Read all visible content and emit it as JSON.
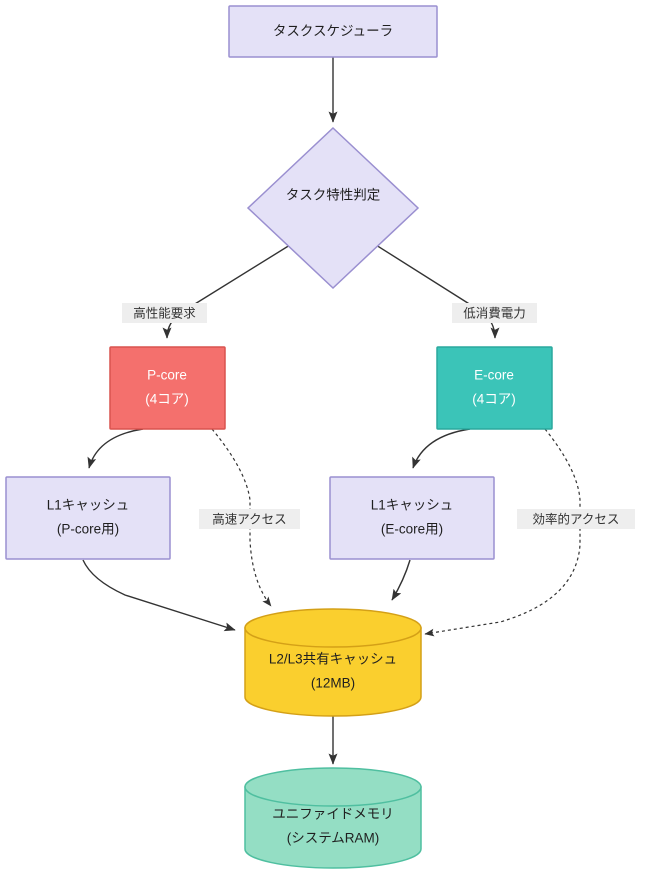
{
  "diagram": {
    "title_node": {
      "label": "タスクスケジューラ"
    },
    "nodes": [
      {
        "id": "scheduler",
        "shape": "rect",
        "label_line1": "タスクスケジューラ",
        "label_line2": "",
        "fill": "#E4E1F7",
        "stroke": "#9A8FD0",
        "text_color": "#1f1f1f"
      },
      {
        "id": "decision",
        "shape": "diamond",
        "label_line1": "タスク特性判定",
        "label_line2": "",
        "fill": "#E4E1F7",
        "stroke": "#9A8FD0",
        "text_color": "#1f1f1f"
      },
      {
        "id": "pcore",
        "shape": "rect",
        "label_line1": "P-core",
        "label_line2": "(4コア)",
        "fill": "#F4706D",
        "stroke": "#D9534F",
        "text_color": "#ffffff"
      },
      {
        "id": "ecore",
        "shape": "rect",
        "label_line1": "E-core",
        "label_line2": "(4コア)",
        "fill": "#3BC4B8",
        "stroke": "#2BA89D",
        "text_color": "#ffffff"
      },
      {
        "id": "l1p",
        "shape": "rect",
        "label_line1": "L1キャッシュ",
        "label_line2": "(P-core用)",
        "fill": "#E4E1F7",
        "stroke": "#9A8FD0",
        "text_color": "#1f1f1f"
      },
      {
        "id": "l1e",
        "shape": "rect",
        "label_line1": "L1キャッシュ",
        "label_line2": "(E-core用)",
        "fill": "#E4E1F7",
        "stroke": "#9A8FD0",
        "text_color": "#1f1f1f"
      },
      {
        "id": "l2l3",
        "shape": "cylinder",
        "label_line1": "L2/L3共有キャッシュ",
        "label_line2": "(12MB)",
        "fill": "#FACF2E",
        "stroke": "#D4A017",
        "text_color": "#1f1f1f"
      },
      {
        "id": "ram",
        "shape": "cylinder",
        "label_line1": "ユニファイドメモリ",
        "label_line2": "(システムRAM)",
        "fill": "#94DEC4",
        "stroke": "#4FBFA0",
        "text_color": "#1f1f1f"
      }
    ],
    "edge_labels": [
      {
        "id": "perf",
        "label": "高性能要求"
      },
      {
        "id": "power",
        "label": "低消費電力"
      },
      {
        "id": "fastacc",
        "label": "高速アクセス"
      },
      {
        "id": "effacc",
        "label": "効率的アクセス"
      }
    ],
    "colors": {
      "lavender_fill": "#E4E1F7",
      "lavender_stroke": "#9A8FD0",
      "red_fill": "#F4706D",
      "red_stroke": "#D9534F",
      "teal_fill": "#3BC4B8",
      "teal_stroke": "#2BA89D",
      "amber_fill": "#FACF2E",
      "amber_stroke": "#D4A017",
      "mint_fill": "#94DEC4",
      "mint_stroke": "#4FBFA0",
      "line": "#333333",
      "label_bg": "#eeeeee",
      "background": "#ffffff"
    }
  }
}
